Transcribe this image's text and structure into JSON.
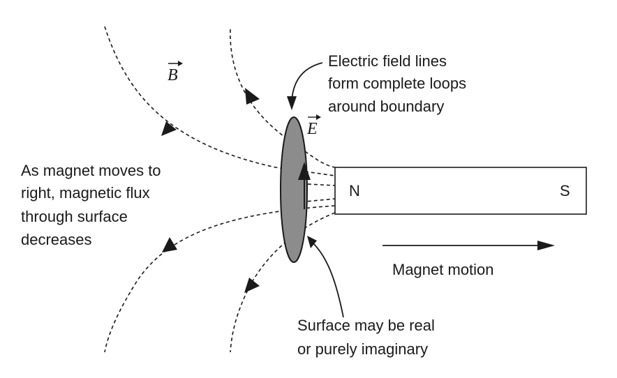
{
  "labels": {
    "b_field": "B",
    "e_field": "E",
    "electric_callout": [
      "Electric field lines",
      "form complete loops",
      "around boundary"
    ],
    "flux_note": [
      "As magnet moves to",
      "right, magnetic flux",
      "through surface",
      "decreases"
    ],
    "north_pole": "N",
    "south_pole": "S",
    "motion": "Magnet motion",
    "surface_callout": [
      "Surface may be real",
      "or purely imaginary"
    ]
  },
  "colors": {
    "ink": "#1a1a1a",
    "surface_fill": "#8c8c8c",
    "background": "#ffffff"
  }
}
